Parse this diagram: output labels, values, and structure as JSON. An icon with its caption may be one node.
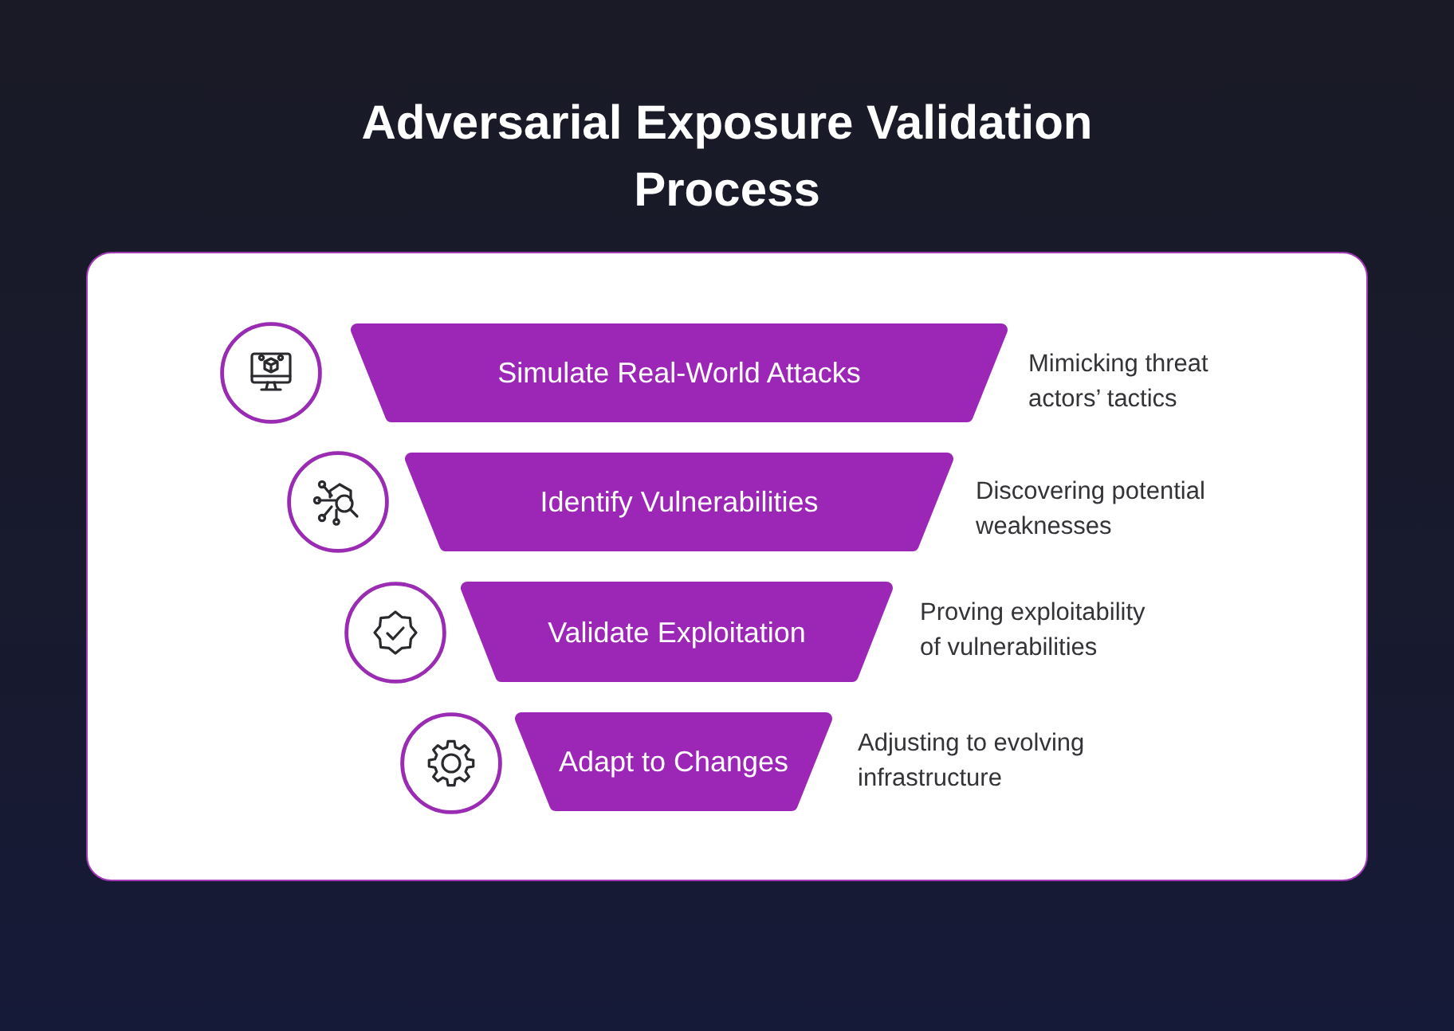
{
  "diagram": {
    "title": "Adversarial Exposure Validation Process",
    "nodes": [
      {
        "text": [
          "Simulate Real-World Attacks"
        ],
        "beside": [
          "Mimicking threat actors’ tactics"
        ]
      },
      {
        "text": [
          "Identify Vulnerabilities"
        ],
        "beside": [
          "Discovering potential weaknesses"
        ]
      },
      {
        "text": [
          "Validate Exploitation"
        ],
        "beside": [
          "Proving exploitability of vulnerabilities"
        ]
      },
      {
        "text": [
          "Adapt to Changes"
        ],
        "beside": [
          "Adjusting to evolving infrastructure"
        ]
      }
    ]
  }
}
